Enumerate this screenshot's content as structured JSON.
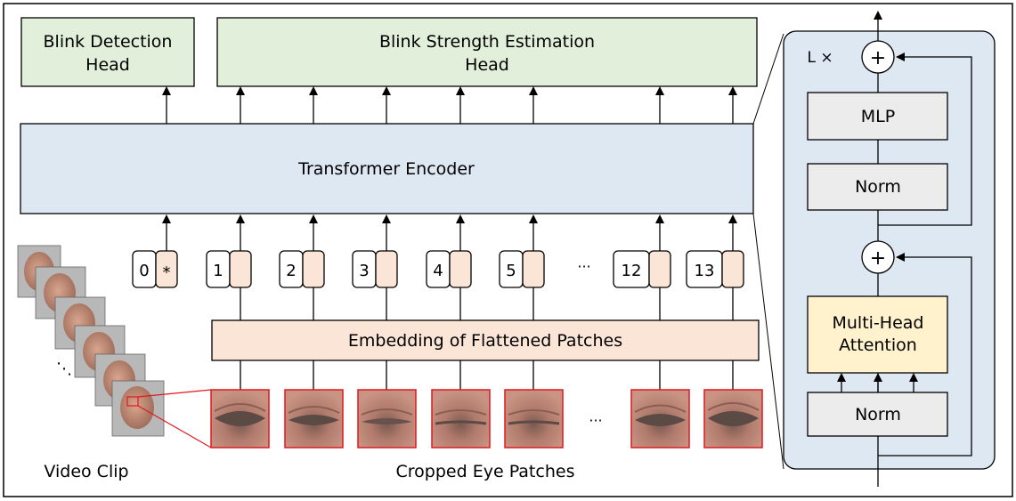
{
  "heads": {
    "detection_line1": "Blink Detection",
    "detection_line2": "Head",
    "strength_line1": "Blink Strength Estimation",
    "strength_line2": "Head"
  },
  "encoder_label": "Transformer Encoder",
  "embedding_label": "Embedding of Flattened Patches",
  "tokens": {
    "cls_index": "0",
    "cls_marker": "*",
    "indices": [
      "1",
      "2",
      "3",
      "4",
      "5",
      "12",
      "13"
    ],
    "ellipsis": "···"
  },
  "patch_ellipsis": "···",
  "captions": {
    "video_clip": "Video Clip",
    "cropped_patches": "Cropped Eye Patches",
    "frames_ellipsis": "⋱"
  },
  "block": {
    "repeat_label": "L ×",
    "mlp": "MLP",
    "norm_top": "Norm",
    "attention_line1": "Multi-Head",
    "attention_line2": "Attention",
    "norm_bottom": "Norm",
    "add_symbol": "+"
  },
  "colors": {
    "head_fill": "#e2efda",
    "encoder_fill": "#dde8f3",
    "embedding_fill": "#fbe5d6",
    "token_fill": "#fbe5d6",
    "block_bg": "#dde8f3",
    "sub_fill": "#ececec",
    "attention_fill": "#fff2cc",
    "patch_border": "#e0191f"
  }
}
